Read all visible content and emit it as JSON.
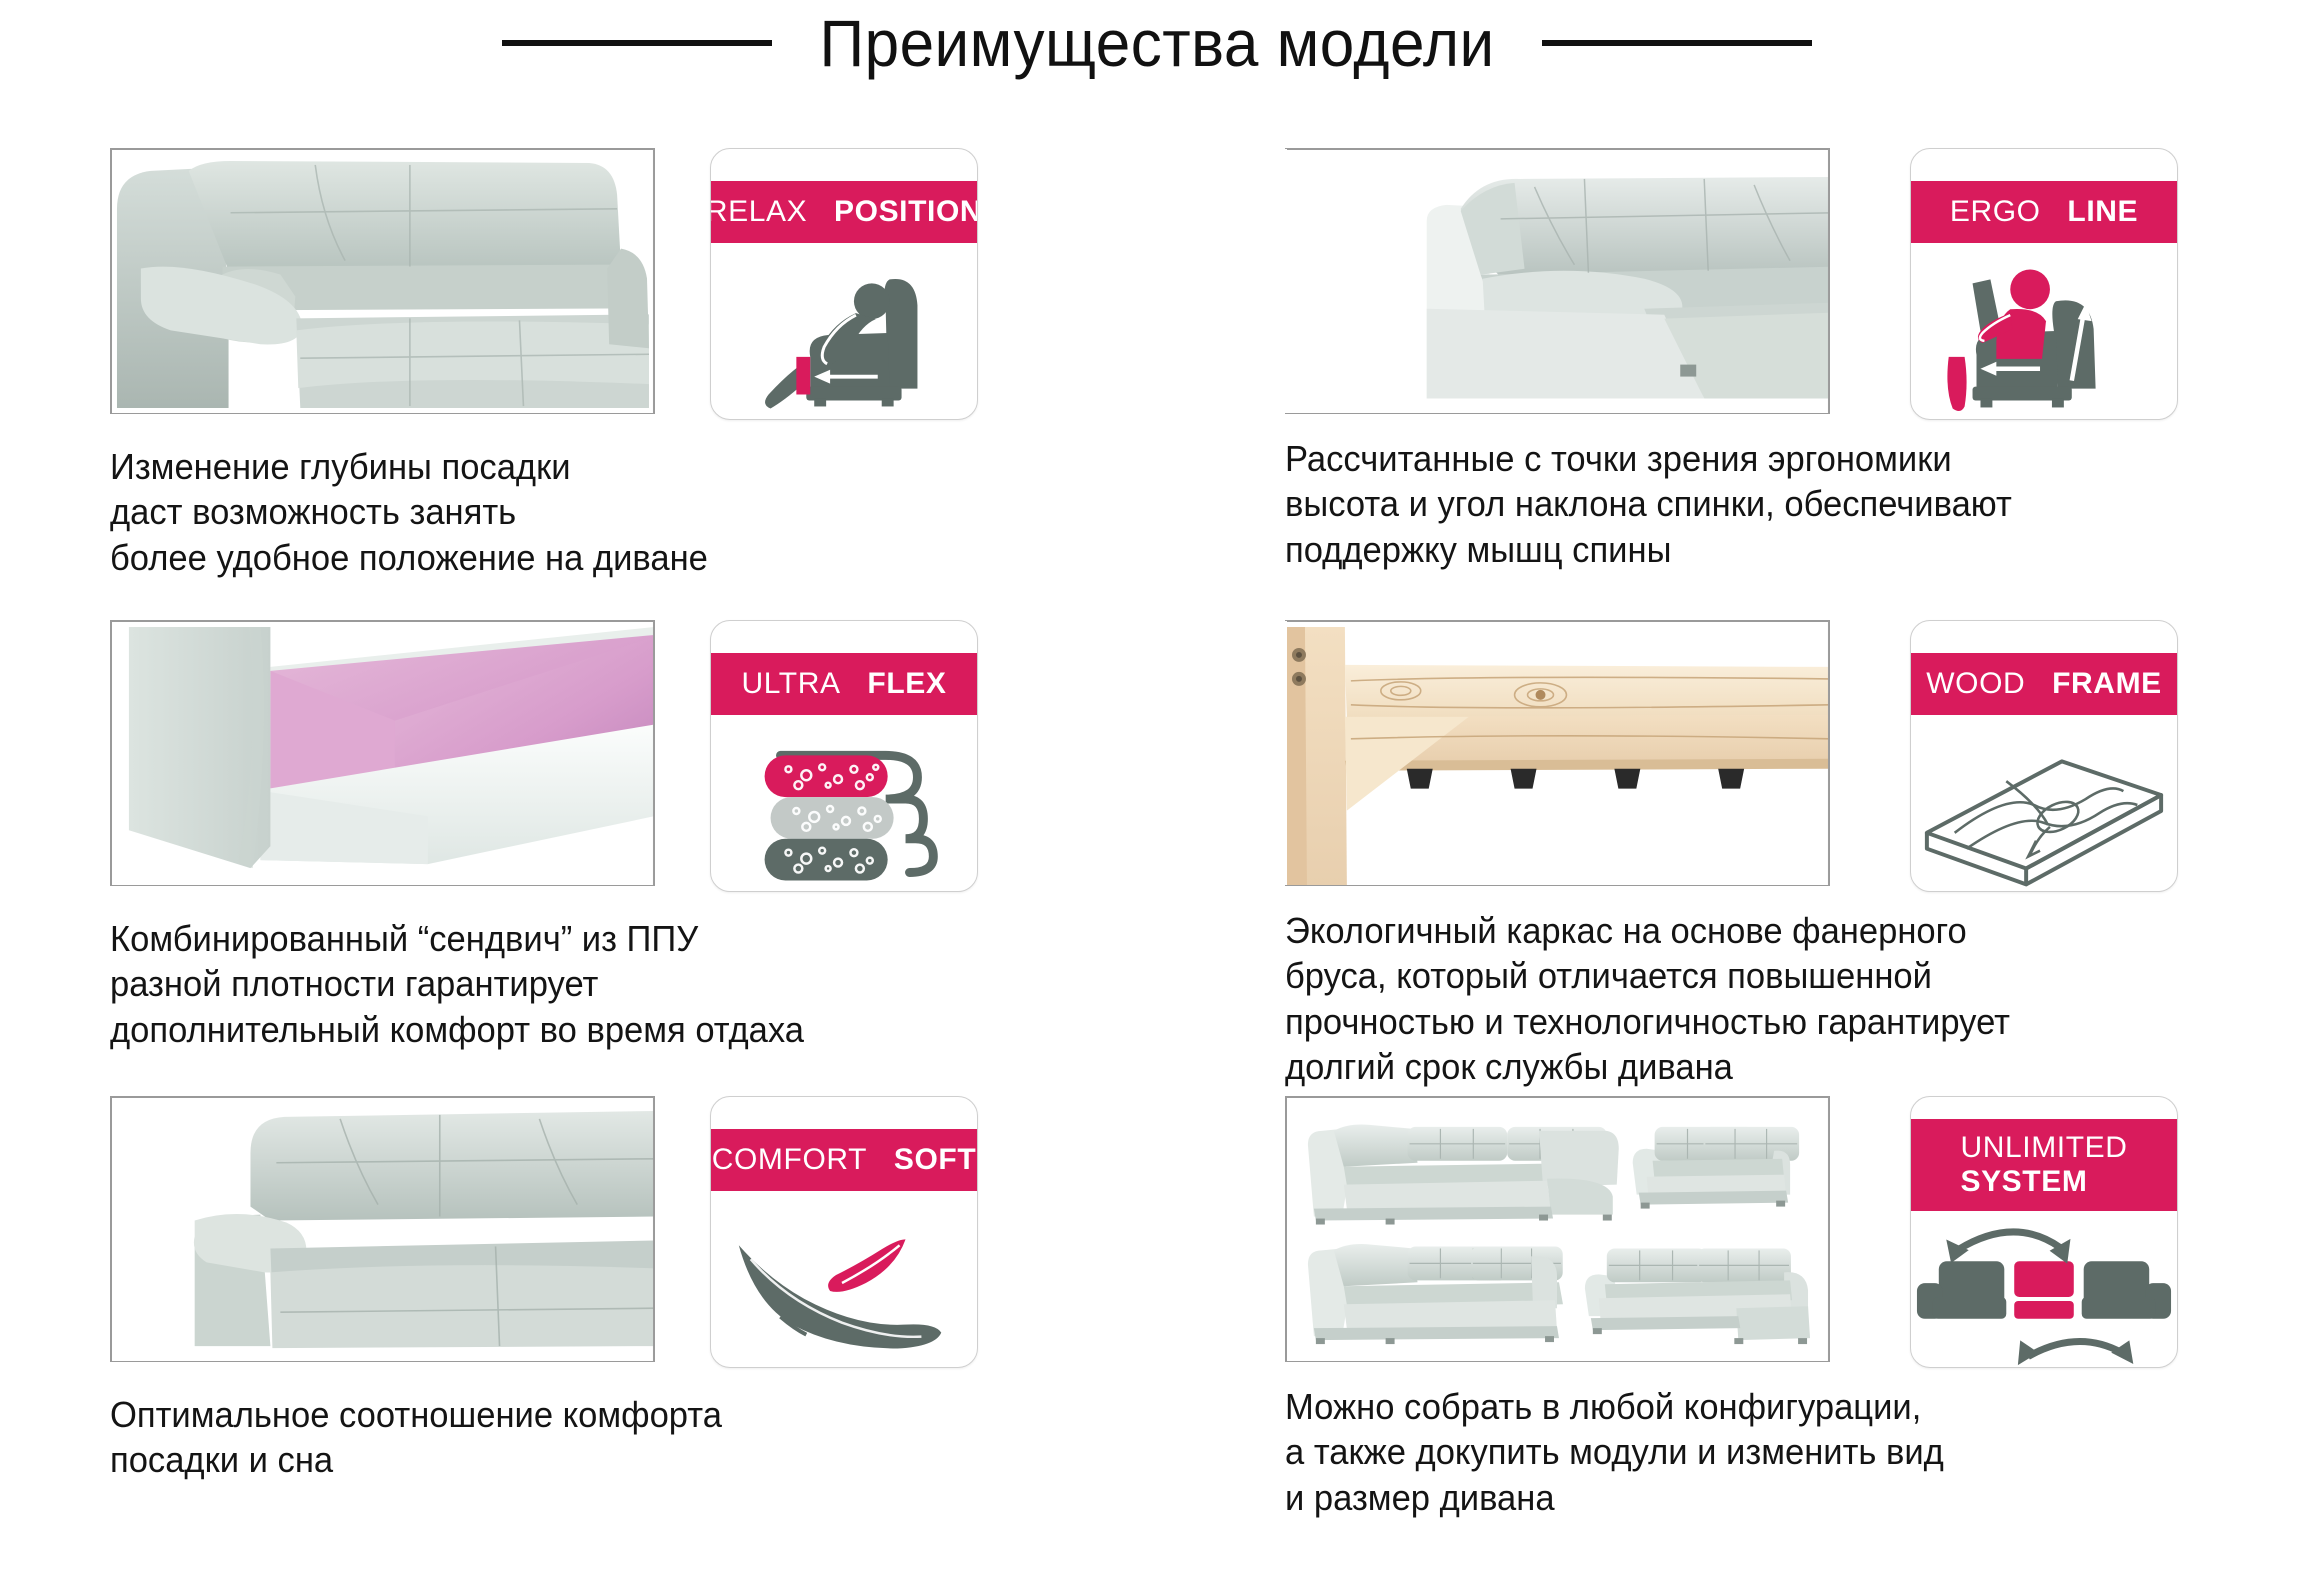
{
  "header": {
    "title": "Преимущества модели"
  },
  "theme": {
    "accent": "#d91b5c",
    "text": "#141414",
    "photo_border": "#9a9a9a",
    "badge_border": "#cfcfcf",
    "sofa_gray": "#c9d2cd",
    "foam_pink": "#d9a3cd",
    "wood": "#f4dfc4",
    "icon_gray": "#5d6b67"
  },
  "blocks": [
    {
      "id": "relax-position",
      "photo_name": "sofa-seat-depth-photo",
      "badge": {
        "name": "relax-position-badge",
        "title_thin": "RELAX",
        "title_bold": "POSITION",
        "icon": "reclining-person-icon"
      },
      "caption": "Изменение глубины посадки\nдаст возможность занять\nболее удобное положение на диване"
    },
    {
      "id": "ultra-flex",
      "photo_name": "foam-sandwich-photo",
      "badge": {
        "name": "ultra-flex-badge",
        "title_thin": "ULTRA",
        "title_bold": "FLEX",
        "icon": "foam-layers-icon"
      },
      "caption": "Комбинированный “сендвич” из ППУ\nразной плотности гарантирует\nдополнительный комфорт во время отдаха"
    },
    {
      "id": "comfort-soft",
      "photo_name": "sofa-comfort-photo",
      "badge": {
        "name": "comfort-soft-badge",
        "title_thin": "COMFORT",
        "title_bold": "SOFT",
        "icon": "feathers-icon"
      },
      "caption": "Оптимальное соотношение комфорта\nпосадки и сна"
    },
    {
      "id": "ergo-line",
      "photo_name": "corner-sofa-photo",
      "badge": {
        "name": "ergo-line-badge",
        "title_thin": "ERGO",
        "title_bold": "LINE",
        "icon": "seated-person-ergonomics-icon"
      },
      "caption": "Рассчитанные с точки зрения эргономики\nвысота и угол наклона спинки, обеспечивают\nподдержку мышц спины"
    },
    {
      "id": "wood-frame",
      "photo_name": "plywood-frame-photo",
      "badge": {
        "name": "wood-frame-badge",
        "title_thin": "WOOD",
        "title_bold": "FRAME",
        "icon": "wooden-plank-icon"
      },
      "caption": "Экологичный каркас на основе фанерного\nбруса, который отличается повышенной\nпрочностью и технологичностью гарантирует\nдолгий срок службы дивана"
    },
    {
      "id": "unlimited-system",
      "photo_name": "sofa-configurations-photo",
      "badge": {
        "name": "unlimited-system-badge",
        "title_thin": "UNLIMITED",
        "title_bold": "SYSTEM",
        "icon": "modular-sofa-arrows-icon"
      },
      "caption": "Можно собрать в любой конфигурации,\nа также докупить модули и изменить вид\nи размер дивана"
    }
  ]
}
